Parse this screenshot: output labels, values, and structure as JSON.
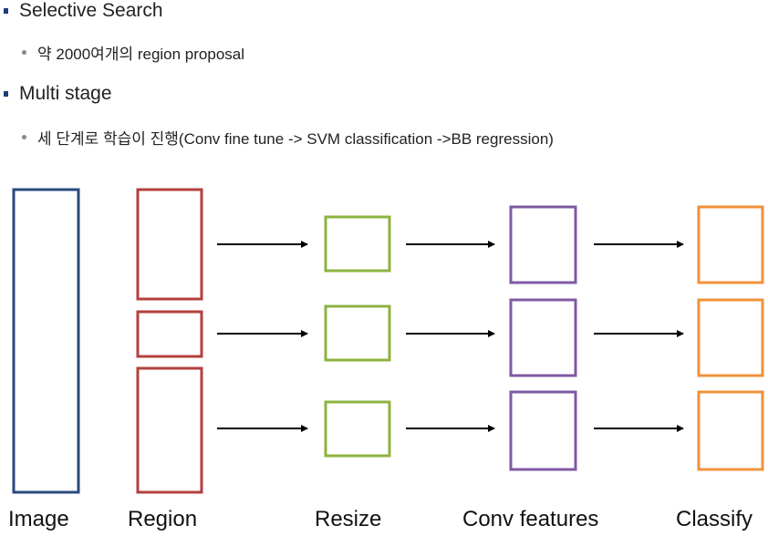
{
  "bullets": [
    {
      "level": 1,
      "text": "Selective Search"
    },
    {
      "level": 2,
      "text": "약 2000여개의 region proposal"
    },
    {
      "level": 1,
      "text": "Multi stage"
    },
    {
      "level": 2,
      "text": "세 단계로 학습이 진행(Conv fine tune -> SVM classification ->BB regression)"
    }
  ],
  "stages": {
    "image": "Image",
    "region": "Region",
    "resize": "Resize",
    "conv": "Conv features",
    "classify": "Classify"
  },
  "colors": {
    "bullet_square": "#1f3d7a",
    "image_box": "#2b4a7c",
    "region_box": "#b3403e",
    "resize_box": "#8cb33f",
    "conv_box": "#7f5aa3",
    "classify_box": "#f0923a",
    "arrow": "#000000"
  }
}
